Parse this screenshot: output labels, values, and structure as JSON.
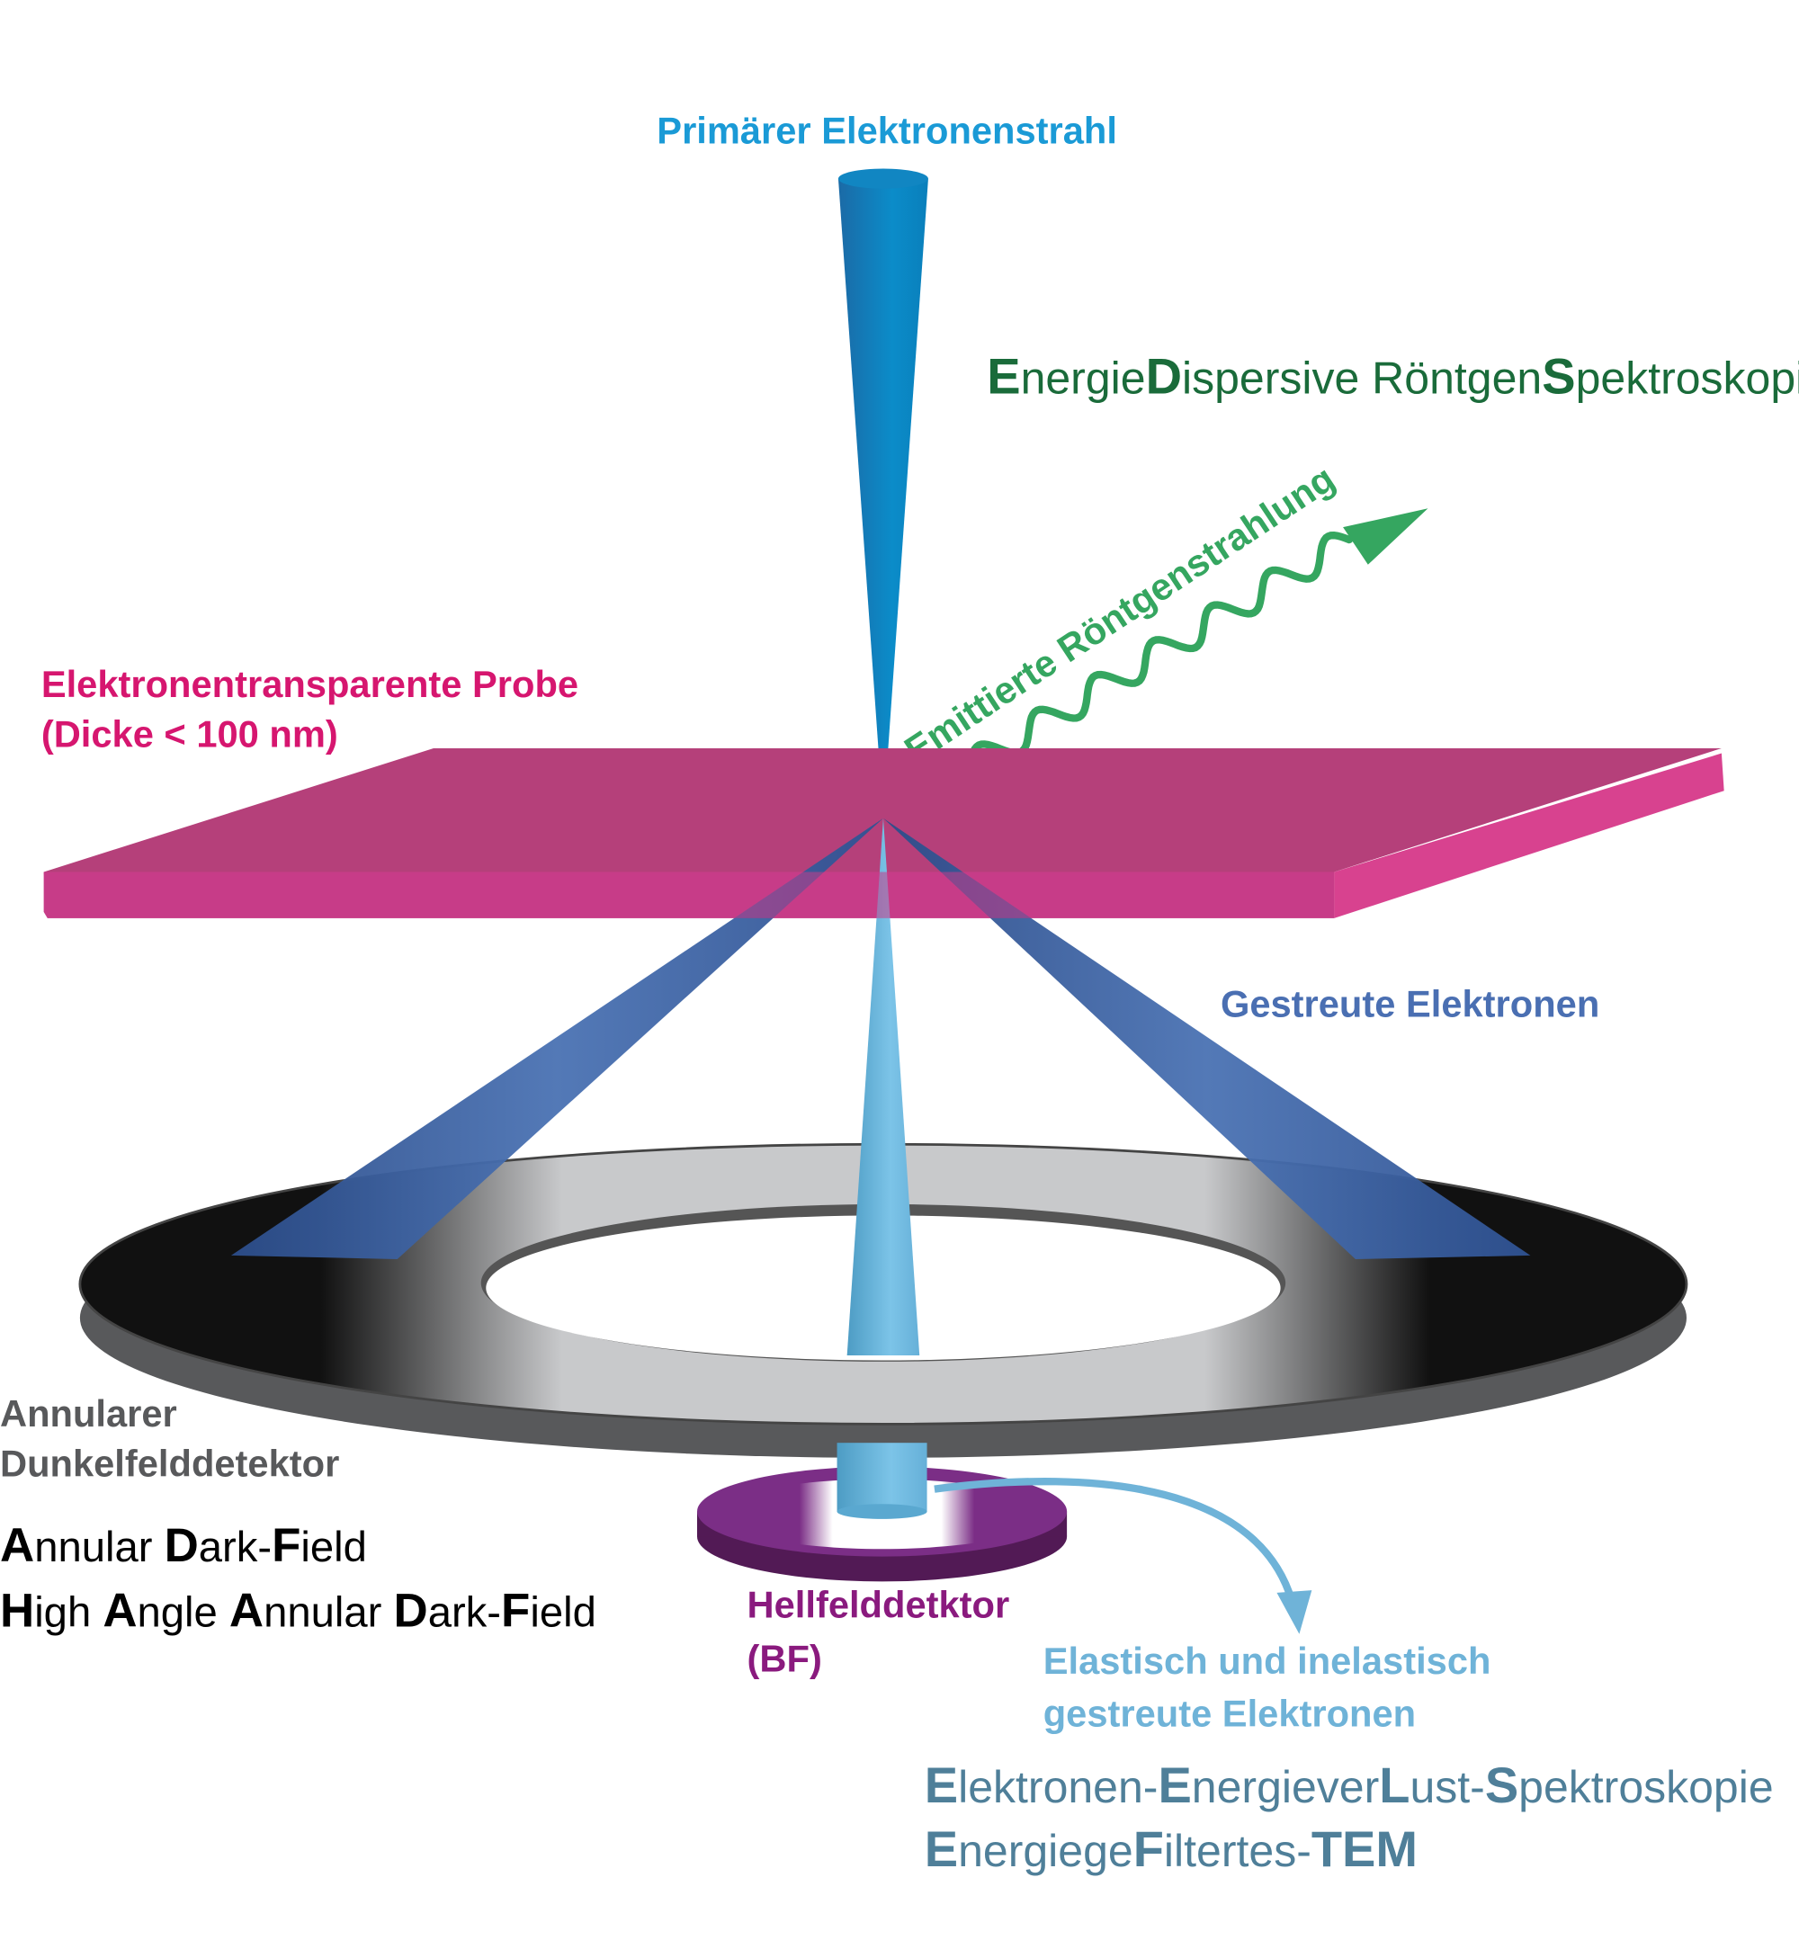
{
  "labels": {
    "primary_beam": "Primärer Elektronenstrahl",
    "eds": [
      {
        "t": "E",
        "b": true
      },
      {
        "t": "nergie",
        "b": false
      },
      {
        "t": "D",
        "b": true
      },
      {
        "t": "ispersive Röntgen",
        "b": false
      },
      {
        "t": "S",
        "b": true
      },
      {
        "t": "pektroskopie",
        "b": false
      }
    ],
    "xray": "Emittierte Röntgenstrahlung",
    "sample_line1": "Elektronentransparente Probe",
    "sample_line2": "(Dicke < 100 nm)",
    "scattered": "Gestreute Elektronen",
    "adf_detector_line1": "Annularer",
    "adf_detector_line2": "Dunkelfelddetektor",
    "adf": [
      {
        "t": "A",
        "b": true
      },
      {
        "t": "nnular ",
        "b": false
      },
      {
        "t": "D",
        "b": true
      },
      {
        "t": "ark-",
        "b": false
      },
      {
        "t": "F",
        "b": true
      },
      {
        "t": "ield",
        "b": false
      }
    ],
    "haadf": [
      {
        "t": "H",
        "b": true
      },
      {
        "t": "igh ",
        "b": false
      },
      {
        "t": "A",
        "b": true
      },
      {
        "t": "ngle ",
        "b": false
      },
      {
        "t": "A",
        "b": true
      },
      {
        "t": "nnular ",
        "b": false
      },
      {
        "t": "D",
        "b": true
      },
      {
        "t": "ark-",
        "b": false
      },
      {
        "t": "F",
        "b": true
      },
      {
        "t": "ield",
        "b": false
      }
    ],
    "bf_line1": "Hellfelddetktor",
    "bf_line2": "(BF)",
    "elastic_line1": "Elastisch und inelastisch",
    "elastic_line2": "gestreute Elektronen",
    "eels": [
      {
        "t": "E",
        "b": true
      },
      {
        "t": "lektronen-",
        "b": false
      },
      {
        "t": "E",
        "b": true
      },
      {
        "t": "nergiever",
        "b": false
      },
      {
        "t": "L",
        "b": true
      },
      {
        "t": "ust-",
        "b": false
      },
      {
        "t": "S",
        "b": true
      },
      {
        "t": "pektroskopie",
        "b": false
      }
    ],
    "eftem": [
      {
        "t": "E",
        "b": true
      },
      {
        "t": "nergiege",
        "b": false
      },
      {
        "t": "F",
        "b": true
      },
      {
        "t": "iltertes-",
        "b": false
      },
      {
        "t": "TEM",
        "b": true
      }
    ]
  },
  "colors": {
    "primary_beam": "#1a9ad6",
    "eds": "#1a6b3a",
    "xray": "#35a660",
    "sample": "#d6166f",
    "scattered": "#4a6fb2",
    "adf_detector": "#58595b",
    "adf": "#000000",
    "bf": "#8a1a7e",
    "elastic": "#6fb3d8",
    "eels": "#4f7f99"
  }
}
